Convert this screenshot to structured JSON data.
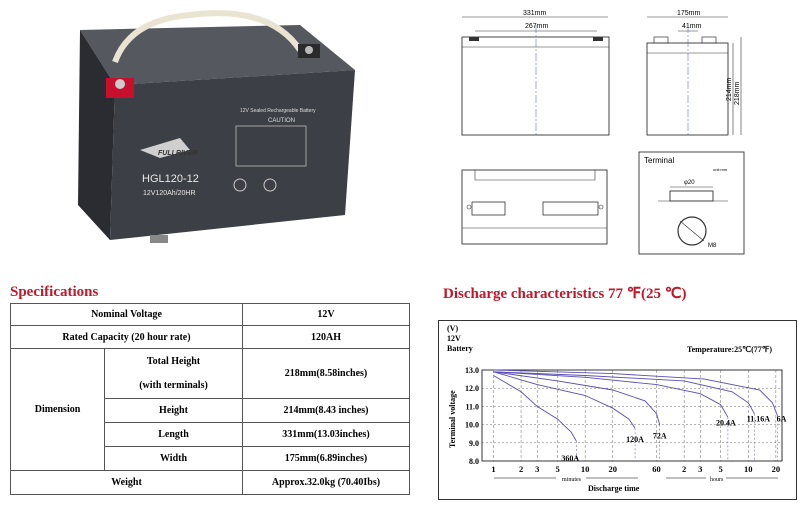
{
  "photo": {
    "brand_logo_text": "FULLRIVER",
    "model": "HGL120-12",
    "rating": "12V120Ah/20HR",
    "top_label": "12V Sealed Rechargeable Battery",
    "caution_label": "CAUTION",
    "body_color": "#3c3f45",
    "terminal_color": "#c8102e"
  },
  "drawings": {
    "front": {
      "overall_length": "331mm",
      "terminal_spacing": "267mm"
    },
    "side": {
      "width": "175mm",
      "terminal_offset": "41mm",
      "height": "214mm",
      "total_height": "218mm"
    },
    "terminal": {
      "title": "Terminal",
      "unit": "unit:mm",
      "diameter": "φ20",
      "thread": "M8"
    }
  },
  "specifications": {
    "title": "Specifications",
    "nominal_voltage": {
      "label": "Nominal Voltage",
      "value": "12V"
    },
    "rated_capacity": {
      "label": "Rated Capacity (20 hour rate)",
      "value": "120AH"
    },
    "dimension": {
      "label": "Dimension",
      "total_height": {
        "label_line1": "Total Height",
        "label_line2": "(with terminals)",
        "value": "218mm(8.58inches)"
      },
      "height": {
        "label": "Height",
        "value": "214mm(8.43 inches)"
      },
      "length": {
        "label": "Length",
        "value": "331mm(13.03inches)"
      },
      "width": {
        "label": "Width",
        "value": "175mm(6.89inches)"
      }
    },
    "weight": {
      "label": "Weight",
      "value": "Approx.32.0kg (70.40Ibs)"
    }
  },
  "discharge": {
    "title": "Discharge characteristics 77 ℉(25 ℃)",
    "unit_v": "(V)",
    "unit_12v": "12V",
    "unit_battery": "Battery",
    "temperature": "Temperature:25℃(77℉)",
    "ylabel": "Terminal voltage",
    "xlabel": "Discharge time",
    "minutes_label": "minutes",
    "hours_label": "hours"
  },
  "chart_data": {
    "type": "line",
    "title": "Discharge characteristics 77 ℉(25 ℃)",
    "xlabel": "Discharge time",
    "ylabel": "Terminal voltage",
    "ylim": [
      8.0,
      13.0
    ],
    "y_ticks": [
      "13.0",
      "12.0",
      "11.0",
      "10.0",
      "9.0",
      "8.0"
    ],
    "x_ticks": [
      {
        "label": "1",
        "unit": "min",
        "value": 1
      },
      {
        "label": "2",
        "unit": "min",
        "value": 2
      },
      {
        "label": "3",
        "unit": "min",
        "value": 3
      },
      {
        "label": "5",
        "unit": "min",
        "value": 5
      },
      {
        "label": "10",
        "unit": "min",
        "value": 10
      },
      {
        "label": "20",
        "unit": "min",
        "value": 20
      },
      {
        "label": "60",
        "unit": "min",
        "value": 60
      },
      {
        "label": "2",
        "unit": "h",
        "value": 120
      },
      {
        "label": "3",
        "unit": "h",
        "value": 180
      },
      {
        "label": "5",
        "unit": "h",
        "value": 300
      },
      {
        "label": "10",
        "unit": "h",
        "value": 600
      },
      {
        "label": "20",
        "unit": "h",
        "value": 1200
      }
    ],
    "series": [
      {
        "name": "360A",
        "points": [
          [
            1,
            12.7
          ],
          [
            2,
            11.8
          ],
          [
            3,
            11.0
          ],
          [
            5,
            10.3
          ],
          [
            7,
            9.6
          ],
          [
            8,
            9.1
          ]
        ]
      },
      {
        "name": "120A",
        "points": [
          [
            1,
            12.9
          ],
          [
            3,
            12.2
          ],
          [
            10,
            11.6
          ],
          [
            20,
            10.9
          ],
          [
            30,
            10.3
          ],
          [
            35,
            9.8
          ]
        ]
      },
      {
        "name": "72A",
        "points": [
          [
            1,
            12.9
          ],
          [
            5,
            12.4
          ],
          [
            20,
            11.9
          ],
          [
            45,
            11.3
          ],
          [
            60,
            10.6
          ],
          [
            65,
            10.0
          ]
        ]
      },
      {
        "name": "20.4A",
        "points": [
          [
            1,
            12.9
          ],
          [
            10,
            12.6
          ],
          [
            60,
            12.2
          ],
          [
            180,
            11.7
          ],
          [
            300,
            11.1
          ],
          [
            360,
            10.4
          ]
        ]
      },
      {
        "name": "11.16A",
        "points": [
          [
            1,
            12.9
          ],
          [
            10,
            12.7
          ],
          [
            120,
            12.4
          ],
          [
            400,
            11.8
          ],
          [
            600,
            11.2
          ],
          [
            700,
            10.6
          ]
        ]
      },
      {
        "name": "6A",
        "points": [
          [
            1,
            13.0
          ],
          [
            20,
            12.8
          ],
          [
            200,
            12.5
          ],
          [
            800,
            11.9
          ],
          [
            1100,
            11.2
          ],
          [
            1250,
            10.5
          ]
        ]
      }
    ],
    "grid": true
  }
}
